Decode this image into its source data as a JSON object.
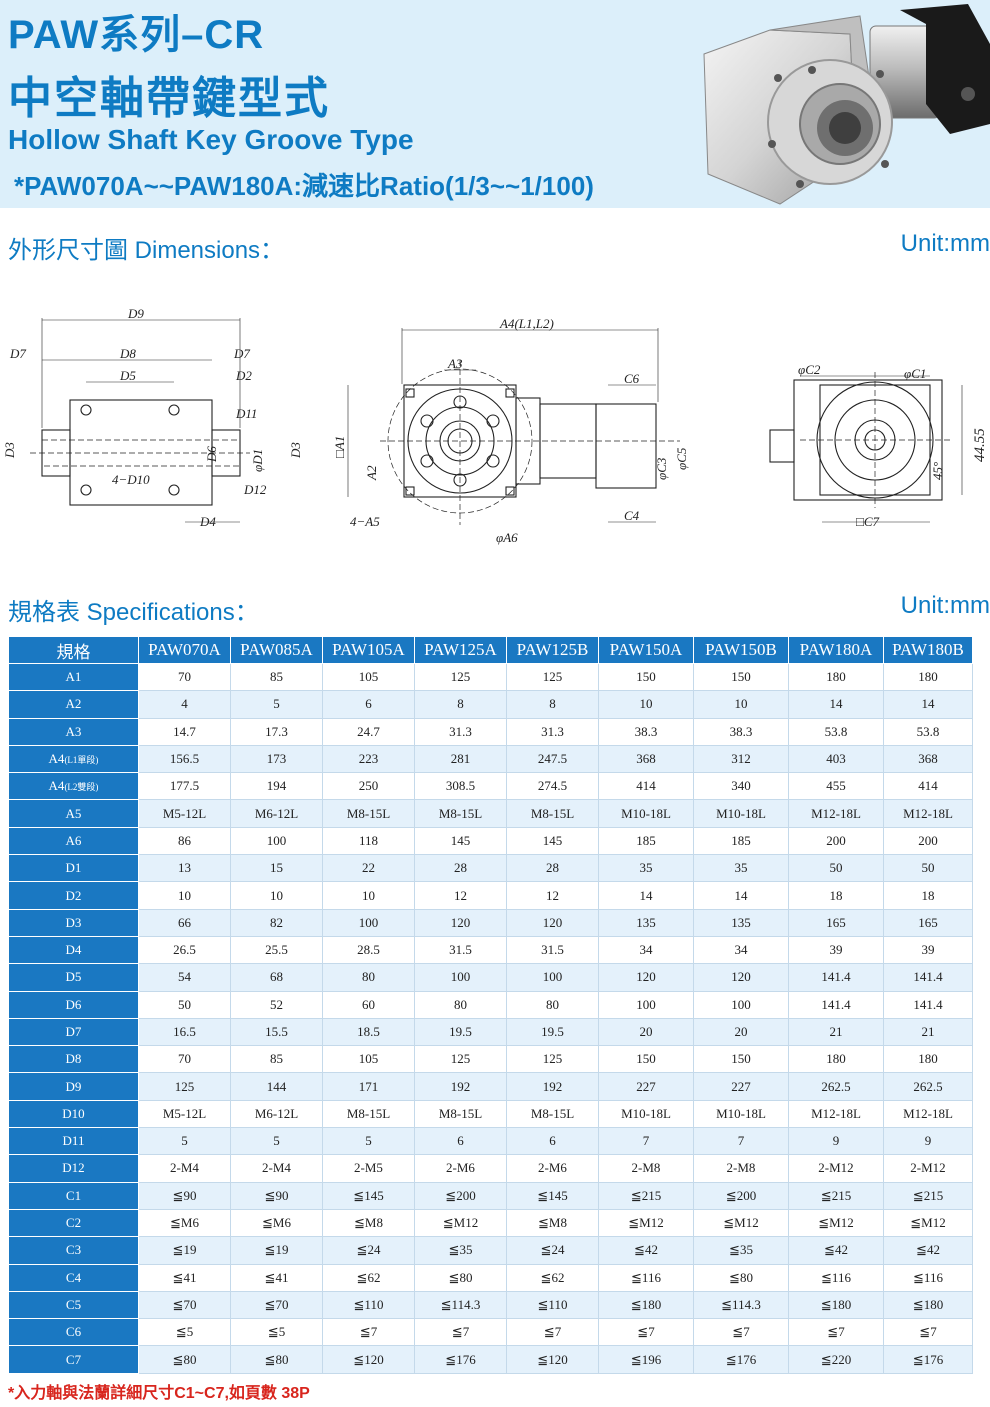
{
  "header": {
    "series": "PAW系列–CR",
    "title_zh": "中空軸帶鍵型式",
    "title_en": "Hollow Shaft Key Groove Type",
    "note": "*PAW070A~~PAW180A:減速比Ratio(1/3~~1/100)"
  },
  "dimensions": {
    "title": "外形尺寸圖 Dimensions：",
    "unit": "Unit:mm"
  },
  "drawing_labels": {
    "D9": "D9",
    "D8": "D8",
    "D5": "D5",
    "D7a": "D7",
    "D7b": "D7",
    "D2": "D2",
    "D11": "D11",
    "D3a": "D3",
    "D6": "D6",
    "D1": "φD1",
    "D10": "4−D10",
    "D12": "D12",
    "D4": "D4",
    "D3b": "D3",
    "A4": "A4(L1,L2)",
    "A3": "A3",
    "A1": "□A1",
    "A2": "A2",
    "A5": "4−A5",
    "A6": "φA6",
    "C6": "C6",
    "C3": "φC3",
    "C5": "φC5",
    "C4": "C4",
    "C2": "φC2",
    "C1": "φC1",
    "C7": "□C7",
    "deg": "45°",
    "dimv": "44.55"
  },
  "specifications": {
    "title": "規格表 Specifications：",
    "unit": "Unit:mm",
    "corner": "規格",
    "models": [
      "PAW070A",
      "PAW085A",
      "PAW105A",
      "PAW125A",
      "PAW125B",
      "PAW150A",
      "PAW150B",
      "PAW180A",
      "PAW180B"
    ],
    "rows": [
      {
        "label": "A1",
        "sub": "",
        "values": [
          "70",
          "85",
          "105",
          "125",
          "125",
          "150",
          "150",
          "180",
          "180"
        ]
      },
      {
        "label": "A2",
        "sub": "",
        "values": [
          "4",
          "5",
          "6",
          "8",
          "8",
          "10",
          "10",
          "14",
          "14"
        ]
      },
      {
        "label": "A3",
        "sub": "",
        "values": [
          "14.7",
          "17.3",
          "24.7",
          "31.3",
          "31.3",
          "38.3",
          "38.3",
          "53.8",
          "53.8"
        ]
      },
      {
        "label": "A4",
        "sub": "(L1單段)",
        "values": [
          "156.5",
          "173",
          "223",
          "281",
          "247.5",
          "368",
          "312",
          "403",
          "368"
        ]
      },
      {
        "label": "A4",
        "sub": "(L2雙段)",
        "values": [
          "177.5",
          "194",
          "250",
          "308.5",
          "274.5",
          "414",
          "340",
          "455",
          "414"
        ]
      },
      {
        "label": "A5",
        "sub": "",
        "values": [
          "M5-12L",
          "M6-12L",
          "M8-15L",
          "M8-15L",
          "M8-15L",
          "M10-18L",
          "M10-18L",
          "M12-18L",
          "M12-18L"
        ]
      },
      {
        "label": "A6",
        "sub": "",
        "values": [
          "86",
          "100",
          "118",
          "145",
          "145",
          "185",
          "185",
          "200",
          "200"
        ]
      },
      {
        "label": "D1",
        "sub": "",
        "values": [
          "13",
          "15",
          "22",
          "28",
          "28",
          "35",
          "35",
          "50",
          "50"
        ]
      },
      {
        "label": "D2",
        "sub": "",
        "values": [
          "10",
          "10",
          "10",
          "12",
          "12",
          "14",
          "14",
          "18",
          "18"
        ]
      },
      {
        "label": "D3",
        "sub": "",
        "values": [
          "66",
          "82",
          "100",
          "120",
          "120",
          "135",
          "135",
          "165",
          "165"
        ]
      },
      {
        "label": "D4",
        "sub": "",
        "values": [
          "26.5",
          "25.5",
          "28.5",
          "31.5",
          "31.5",
          "34",
          "34",
          "39",
          "39"
        ]
      },
      {
        "label": "D5",
        "sub": "",
        "values": [
          "54",
          "68",
          "80",
          "100",
          "100",
          "120",
          "120",
          "141.4",
          "141.4"
        ]
      },
      {
        "label": "D6",
        "sub": "",
        "values": [
          "50",
          "52",
          "60",
          "80",
          "80",
          "100",
          "100",
          "141.4",
          "141.4"
        ]
      },
      {
        "label": "D7",
        "sub": "",
        "values": [
          "16.5",
          "15.5",
          "18.5",
          "19.5",
          "19.5",
          "20",
          "20",
          "21",
          "21"
        ]
      },
      {
        "label": "D8",
        "sub": "",
        "values": [
          "70",
          "85",
          "105",
          "125",
          "125",
          "150",
          "150",
          "180",
          "180"
        ]
      },
      {
        "label": "D9",
        "sub": "",
        "values": [
          "125",
          "144",
          "171",
          "192",
          "192",
          "227",
          "227",
          "262.5",
          "262.5"
        ]
      },
      {
        "label": "D10",
        "sub": "",
        "values": [
          "M5-12L",
          "M6-12L",
          "M8-15L",
          "M8-15L",
          "M8-15L",
          "M10-18L",
          "M10-18L",
          "M12-18L",
          "M12-18L"
        ]
      },
      {
        "label": "D11",
        "sub": "",
        "values": [
          "5",
          "5",
          "5",
          "6",
          "6",
          "7",
          "7",
          "9",
          "9"
        ]
      },
      {
        "label": "D12",
        "sub": "",
        "values": [
          "2-M4",
          "2-M4",
          "2-M5",
          "2-M6",
          "2-M6",
          "2-M8",
          "2-M8",
          "2-M12",
          "2-M12"
        ]
      },
      {
        "label": "C1",
        "sub": "",
        "values": [
          "≦90",
          "≦90",
          "≦145",
          "≦200",
          "≦145",
          "≦215",
          "≦200",
          "≦215",
          "≦215"
        ]
      },
      {
        "label": "C2",
        "sub": "",
        "values": [
          "≦M6",
          "≦M6",
          "≦M8",
          "≦M12",
          "≦M8",
          "≦M12",
          "≦M12",
          "≦M12",
          "≦M12"
        ]
      },
      {
        "label": "C3",
        "sub": "",
        "values": [
          "≦19",
          "≦19",
          "≦24",
          "≦35",
          "≦24",
          "≦42",
          "≦35",
          "≦42",
          "≦42"
        ]
      },
      {
        "label": "C4",
        "sub": "",
        "values": [
          "≦41",
          "≦41",
          "≦62",
          "≦80",
          "≦62",
          "≦116",
          "≦80",
          "≦116",
          "≦116"
        ]
      },
      {
        "label": "C5",
        "sub": "",
        "values": [
          "≦70",
          "≦70",
          "≦110",
          "≦114.3",
          "≦110",
          "≦180",
          "≦114.3",
          "≦180",
          "≦180"
        ]
      },
      {
        "label": "C6",
        "sub": "",
        "values": [
          "≦5",
          "≦5",
          "≦7",
          "≦7",
          "≦7",
          "≦7",
          "≦7",
          "≦7",
          "≦7"
        ]
      },
      {
        "label": "C7",
        "sub": "",
        "values": [
          "≦80",
          "≦80",
          "≦120",
          "≦176",
          "≦120",
          "≦196",
          "≦176",
          "≦220",
          "≦176"
        ]
      }
    ]
  },
  "footnote": "*入力軸與法蘭詳細尺寸C1~C7,如頁數 38P"
}
